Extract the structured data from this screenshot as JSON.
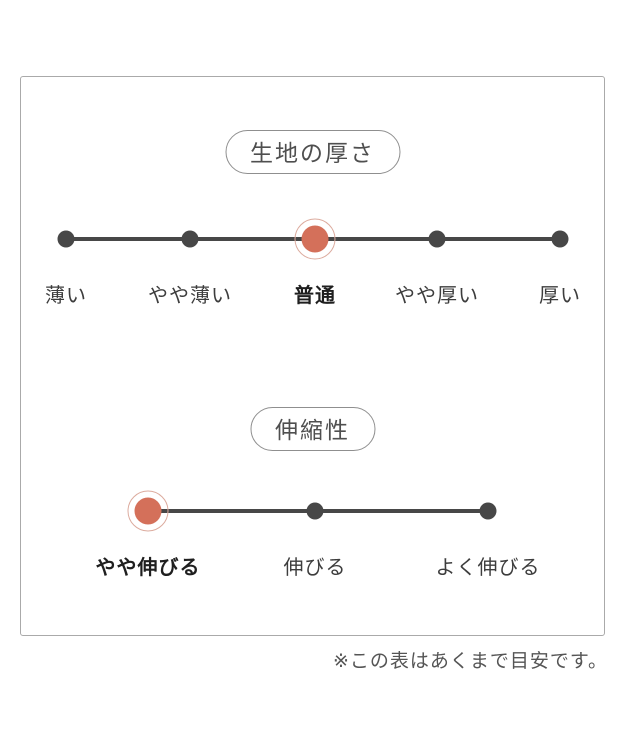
{
  "chart_data": [
    {
      "type": "rating-scale",
      "title": "生地の厚さ",
      "categories": [
        "薄い",
        "やや薄い",
        "普通",
        "やや厚い",
        "厚い"
      ],
      "selected": "普通",
      "selected_index": 2,
      "num_levels": 5
    },
    {
      "type": "rating-scale",
      "title": "伸縮性",
      "categories": [
        "やや伸びる",
        "伸びる",
        "よく伸びる"
      ],
      "selected": "やや伸びる",
      "selected_index": 0,
      "num_levels": 3
    }
  ],
  "footnote": "※この表はあくまで目安です。",
  "colors": {
    "accent": "#d4705a",
    "accent_ring": "#dcab9e",
    "track": "#474747",
    "box_border": "#aaaaaa",
    "pill_border": "#8f8f8f",
    "label_text": "#3d3d3d"
  }
}
